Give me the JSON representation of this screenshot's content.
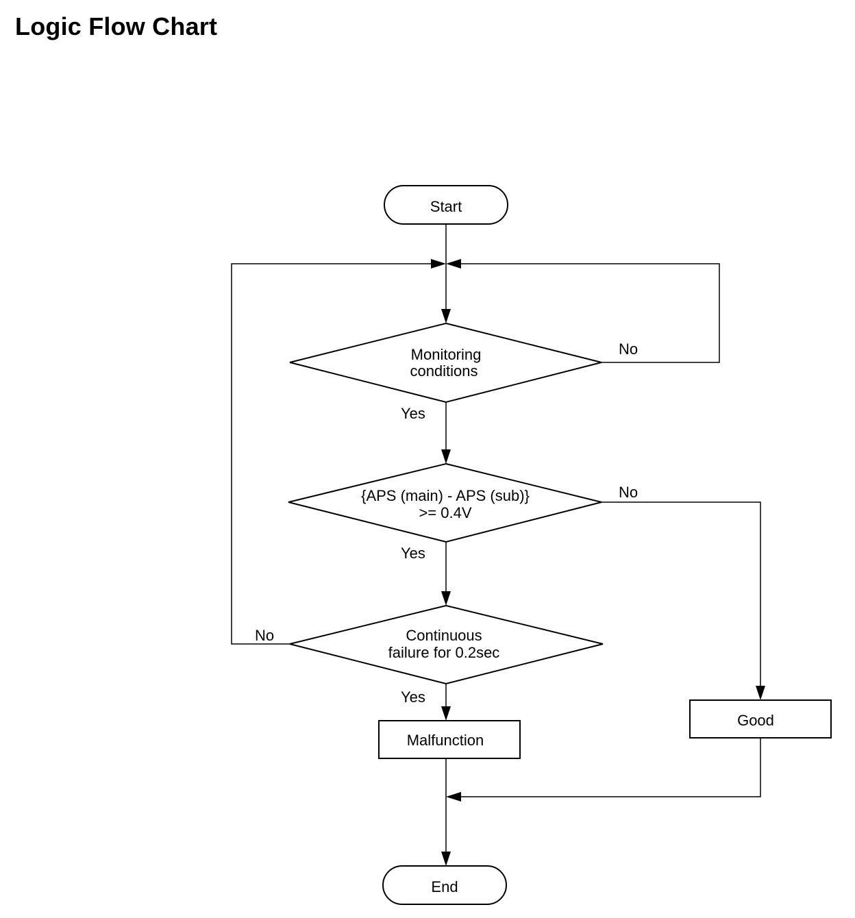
{
  "title": "Logic Flow Chart",
  "nodes": {
    "start": "Start",
    "monitoring": [
      "Monitoring",
      "conditions"
    ],
    "aps_check": [
      "{APS (main) - APS (sub)}",
      ">= 0.4V"
    ],
    "continuous": [
      "Continuous",
      "failure for 0.2sec"
    ],
    "malfunction": "Malfunction",
    "good": "Good",
    "end": "End"
  },
  "edges": {
    "monitoring_yes": "Yes",
    "monitoring_no": "No",
    "aps_yes": "Yes",
    "aps_no": "No",
    "continuous_yes": "Yes",
    "continuous_no": "No"
  }
}
